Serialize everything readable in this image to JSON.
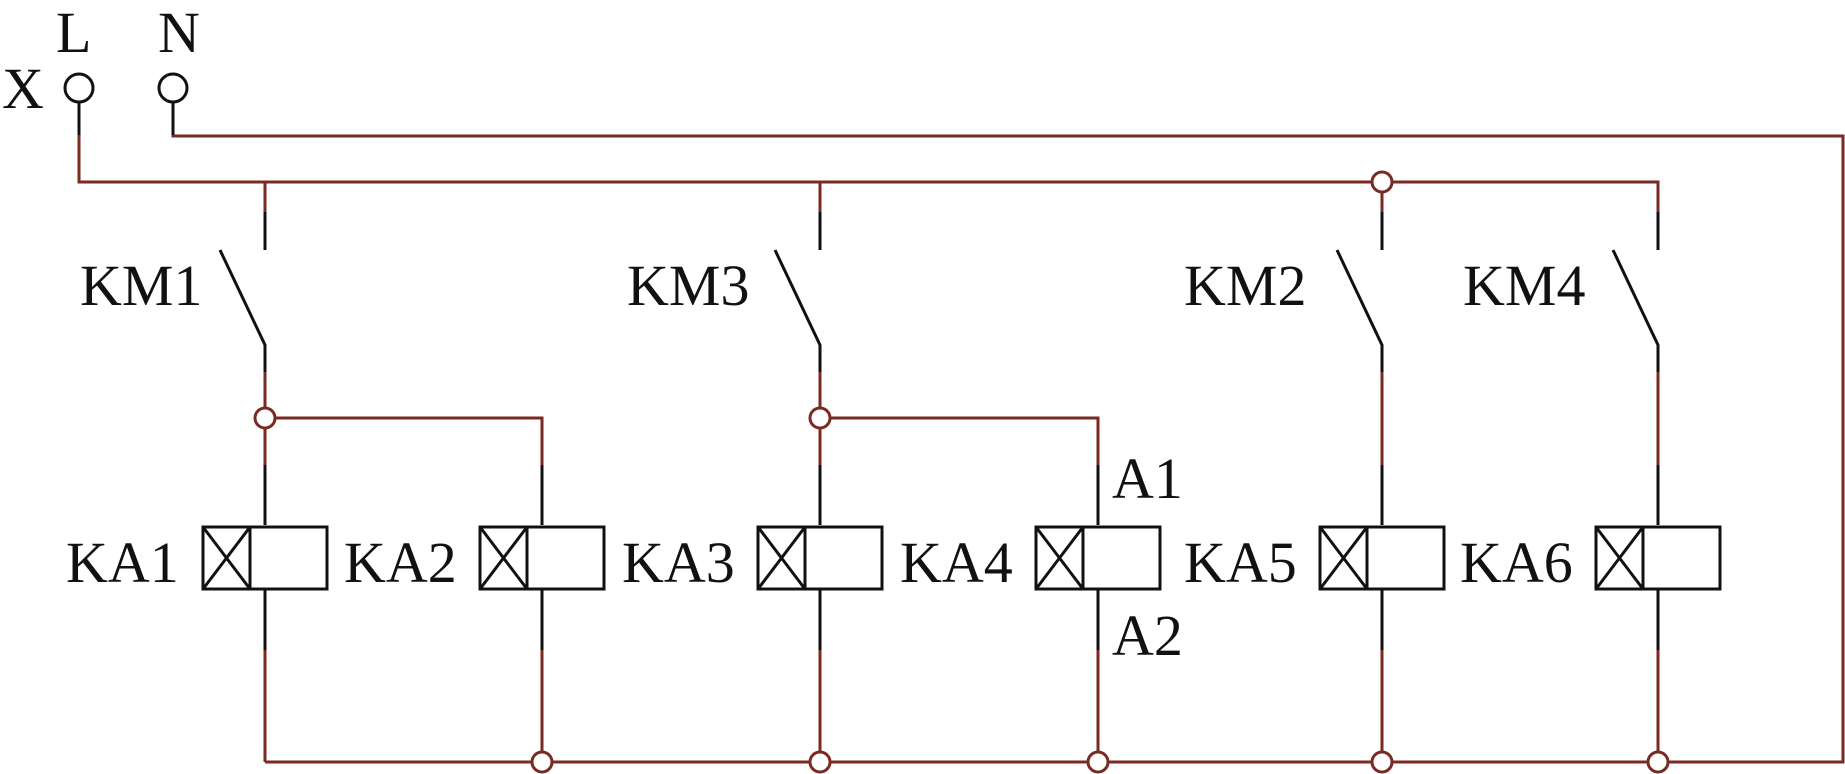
{
  "terminals": {
    "block": "X",
    "line": "L",
    "neutral": "N"
  },
  "contacts": [
    "KM1",
    "KM3",
    "KM2",
    "KM4"
  ],
  "coils": [
    "KA1",
    "KA2",
    "KA3",
    "KA4",
    "KA5",
    "KA6"
  ],
  "coil_pins": {
    "a1": "A1",
    "a2": "A2"
  },
  "colors": {
    "wire": "#7a2a22",
    "component": "#111111"
  }
}
